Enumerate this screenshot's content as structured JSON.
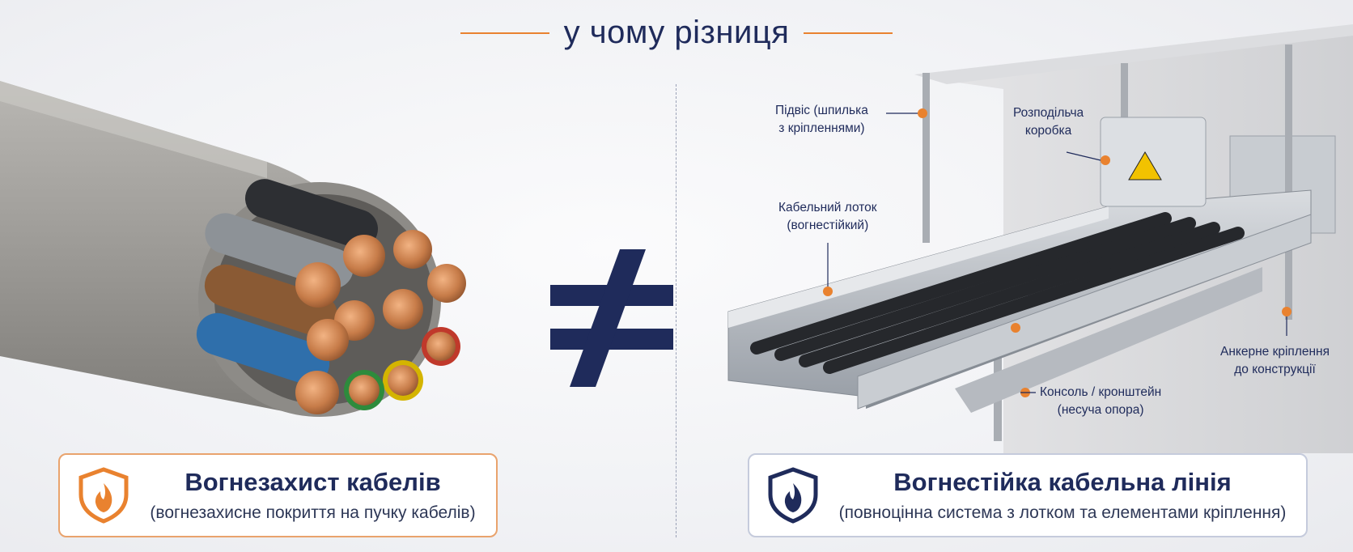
{
  "header": {
    "title": "у чому різниця"
  },
  "left_card": {
    "heading": "Вогнезахист кабелів",
    "subheading": "(вогнезахисне покриття на пучку кабелів)",
    "icon": "flame-shield-icon",
    "accent": "#e9822f"
  },
  "right_card": {
    "heading": "Вогнестійка кабельна лінія",
    "subheading": "(повноцінна система з лотком та елементами кріплення)",
    "icon": "flame-shield-icon",
    "accent": "#1f2b5b"
  },
  "separator": {
    "symbol": "not-equal-icon"
  },
  "callouts": {
    "hanger": [
      "Підвіс (шпилька",
      "з кріпленнями)"
    ],
    "junction_box": [
      "Розподільча",
      "коробка"
    ],
    "tray": [
      "Кабельний лоток",
      "(вогнестійкий)"
    ],
    "anchor": [
      "Анкерне кріплення",
      "до конструкції"
    ],
    "bracket": [
      "Консоль / кронштейн",
      "(несуча опора)"
    ]
  },
  "colors": {
    "navy": "#1f2b5b",
    "orange": "#e9822f",
    "copper": "#c77c49"
  }
}
